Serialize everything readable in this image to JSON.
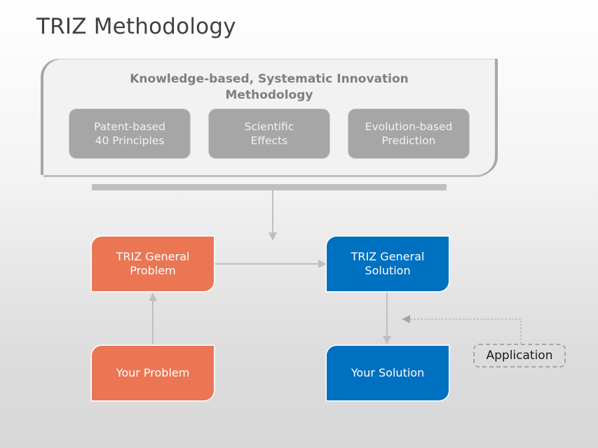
{
  "slide": {
    "title": "TRIZ Methodology"
  },
  "knowledge_panel": {
    "title_line1": "Knowledge-based, Systematic Innovation",
    "title_line2": "Methodology",
    "boxes": [
      {
        "label": "Patent-based\n40 Principles"
      },
      {
        "label": "Scientific\nEffects"
      },
      {
        "label": "Evolution-based\nPrediction"
      }
    ]
  },
  "flow": {
    "general_problem": "TRIZ General\nProblem",
    "general_solution": "TRIZ General\nSolution",
    "your_problem": "Your Problem",
    "your_solution": "Your Solution",
    "application": "Application"
  },
  "colors": {
    "problem": "#ea7654",
    "solution": "#0070c0",
    "panel_box": "#a6a6a6",
    "connector": "#bfbfbf",
    "title_text": "#404040"
  }
}
